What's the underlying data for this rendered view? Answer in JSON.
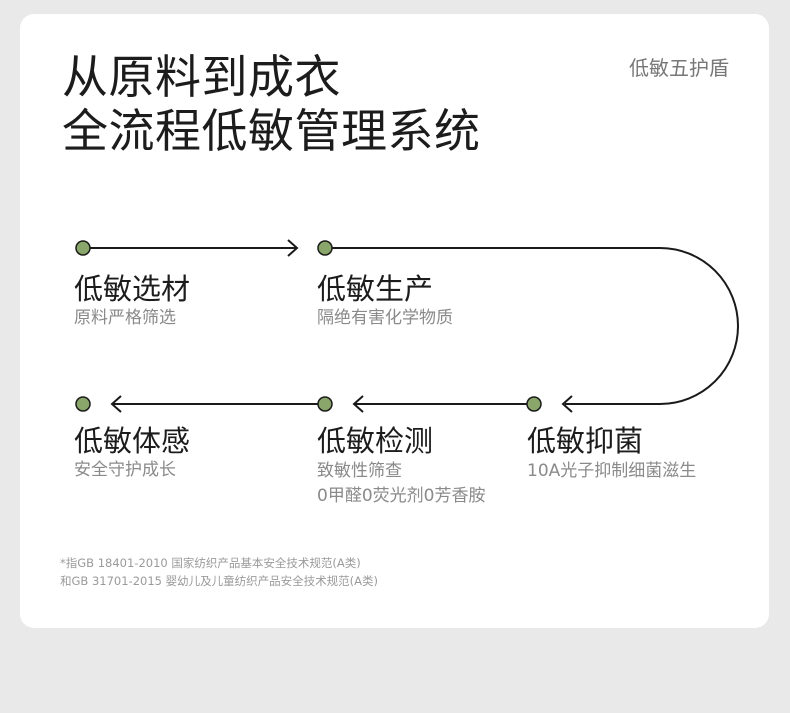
{
  "header": {
    "title_line1": "从原料到成衣",
    "title_line2": "全流程低敏管理系统",
    "tag": "低敏五护盾"
  },
  "steps": [
    {
      "title": "低敏选材",
      "sub": [
        "原料严格筛选"
      ]
    },
    {
      "title": "低敏生产",
      "sub": [
        "隔绝有害化学物质"
      ]
    },
    {
      "title": "低敏抑菌",
      "sub": [
        "10A光子抑制细菌滋生"
      ]
    },
    {
      "title": "低敏检测",
      "sub": [
        "致敏性筛查",
        "0甲醛0荧光剂0芳香胺"
      ]
    },
    {
      "title": "低敏体感",
      "sub": [
        "安全守护成长"
      ]
    }
  ],
  "footnote": {
    "line1": "*指GB 18401-2010 国家纺织产品基本安全技术规范(A类)",
    "line2": "和GB 31701-2015 婴幼儿及儿童纺织产品安全技术规范(A类)"
  },
  "colors": {
    "dot": "#8aa66a",
    "line": "#1a1a1a",
    "card": "#ffffff",
    "background": "#e9e9e9"
  }
}
